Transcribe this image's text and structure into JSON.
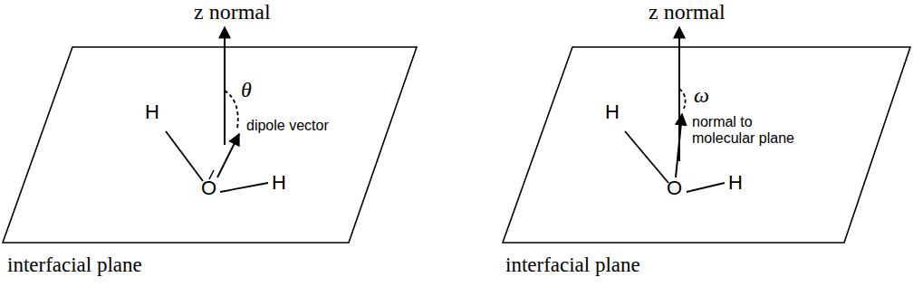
{
  "diagram": {
    "labels": [
      "z normal",
      "θ",
      "dipole vector",
      "H",
      "O",
      "H",
      "interfacial plane",
      "z normal",
      "ω",
      "normal to molecular plane",
      "H",
      "O",
      "H",
      "interfacial plane"
    ]
  }
}
